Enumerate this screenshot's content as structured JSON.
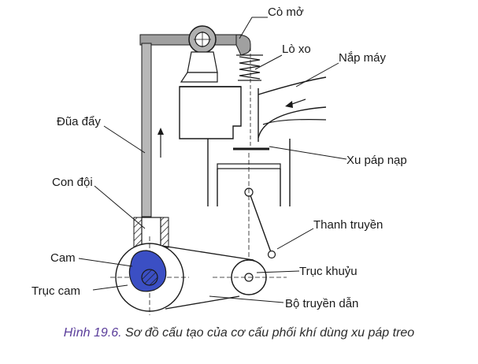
{
  "labels": {
    "rocker_arm": "Cò mở",
    "spring": "Lò xo",
    "cylinder_head": "Nắp máy",
    "push_rod": "Đũa đẩy",
    "intake_valve": "Xu páp nạp",
    "tappet": "Con đội",
    "connecting_rod": "Thanh truyền",
    "cam": "Cam",
    "crankshaft": "Trục khuỷu",
    "camshaft": "Trục cam",
    "transmission": "Bộ truyền dẫn"
  },
  "caption": {
    "figure": "Hình 19.6.",
    "text": " Sơ đồ cấu tạo của cơ cấu phối khí dùng xu páp treo"
  },
  "colors": {
    "line": "#1a1a1a",
    "part_fill": "#ffffff",
    "rocker_gray": "#999999",
    "cam_blue": "#3b4fc4",
    "caption_figure": "#5a3d9a"
  }
}
